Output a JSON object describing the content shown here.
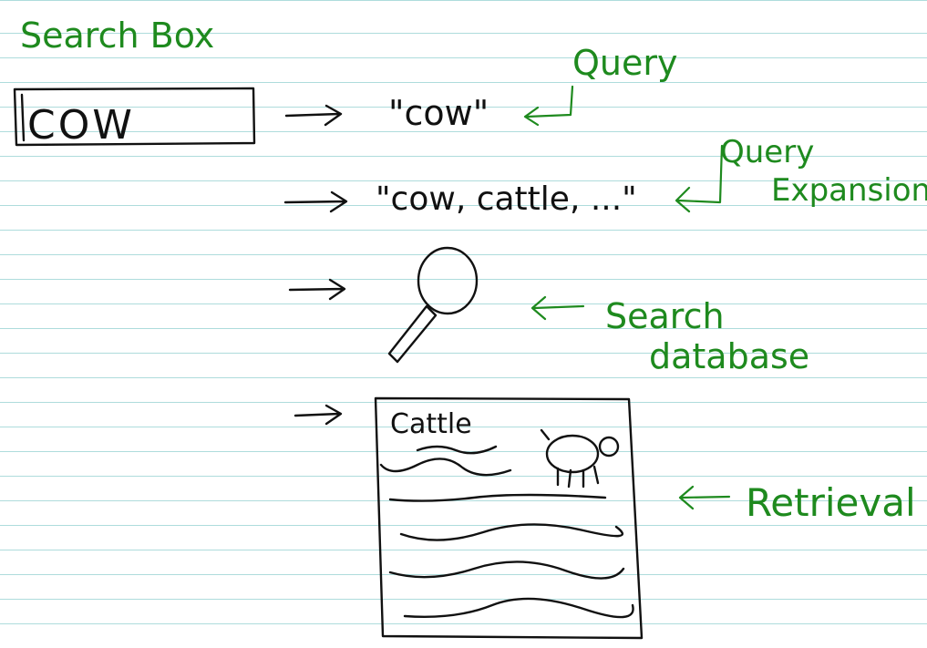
{
  "title": "Search Box",
  "search_box_value": "cow",
  "steps": [
    {
      "text": "\"cow\"",
      "annotation": "Query"
    },
    {
      "text": "\"cow, cattle, ...\"",
      "annotation_line1": "Query",
      "annotation_line2": "Expansion"
    },
    {
      "icon": "magnifier-icon",
      "annotation_line1": "Search",
      "annotation_line2": "database"
    },
    {
      "document_title": "Cattle",
      "annotation": "Retrieval"
    }
  ],
  "colors": {
    "annotation_ink": "#1e8a1e",
    "drawing_ink": "#111111",
    "ruled_lines": "#aedcdc"
  }
}
